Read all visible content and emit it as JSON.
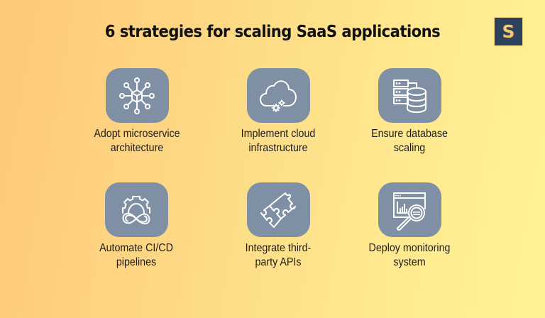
{
  "header": {
    "title": "6 strategies for scaling SaaS applications",
    "logo_letter": "S"
  },
  "colors": {
    "background_left": "#fdc87a",
    "background_right": "#fff396",
    "tile": "#7f8fa4",
    "logo_bg": "#2e4260",
    "logo_fg": "#f7c86a",
    "text": "#1c1c1c"
  },
  "strategies": [
    {
      "icon": "microservice-network-icon",
      "line1": "Adopt microservice",
      "line2": "architecture"
    },
    {
      "icon": "cloud-gears-icon",
      "line1": "Implement cloud",
      "line2": "infrastructure"
    },
    {
      "icon": "database-servers-icon",
      "line1": "Ensure database",
      "line2": "scaling"
    },
    {
      "icon": "gear-infinity-icon",
      "line1": "Automate CI/CD",
      "line2": "pipelines"
    },
    {
      "icon": "puzzle-pieces-icon",
      "line1": "Integrate third-",
      "line2": "party APIs"
    },
    {
      "icon": "monitoring-magnifier-icon",
      "line1": "Deploy monitoring",
      "line2": "system"
    }
  ]
}
